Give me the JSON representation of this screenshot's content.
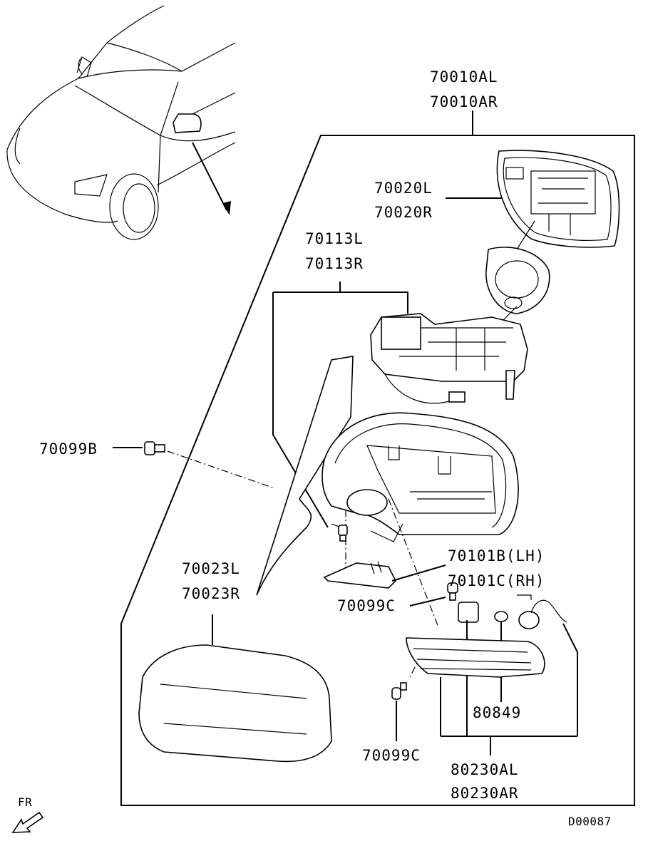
{
  "diagram": {
    "part_labels": {
      "assembly_l": "70010AL",
      "assembly_r": "70010AR",
      "mirror_glass_l": "70020L",
      "mirror_glass_r": "70020R",
      "actuator_l": "70113L",
      "actuator_r": "70113R",
      "screw_b": "70099B",
      "cover_l": "70023L",
      "cover_r": "70023R",
      "bracket_lh": "70101B(LH)",
      "bracket_rh": "70101C(RH)",
      "screw_c_upper": "70099C",
      "screw_c_lower": "70099C",
      "bulb": "80849",
      "side_lamp_l": "80230AL",
      "side_lamp_r": "80230AR"
    },
    "direction_label": "FR",
    "drawing_code": "D00087"
  }
}
